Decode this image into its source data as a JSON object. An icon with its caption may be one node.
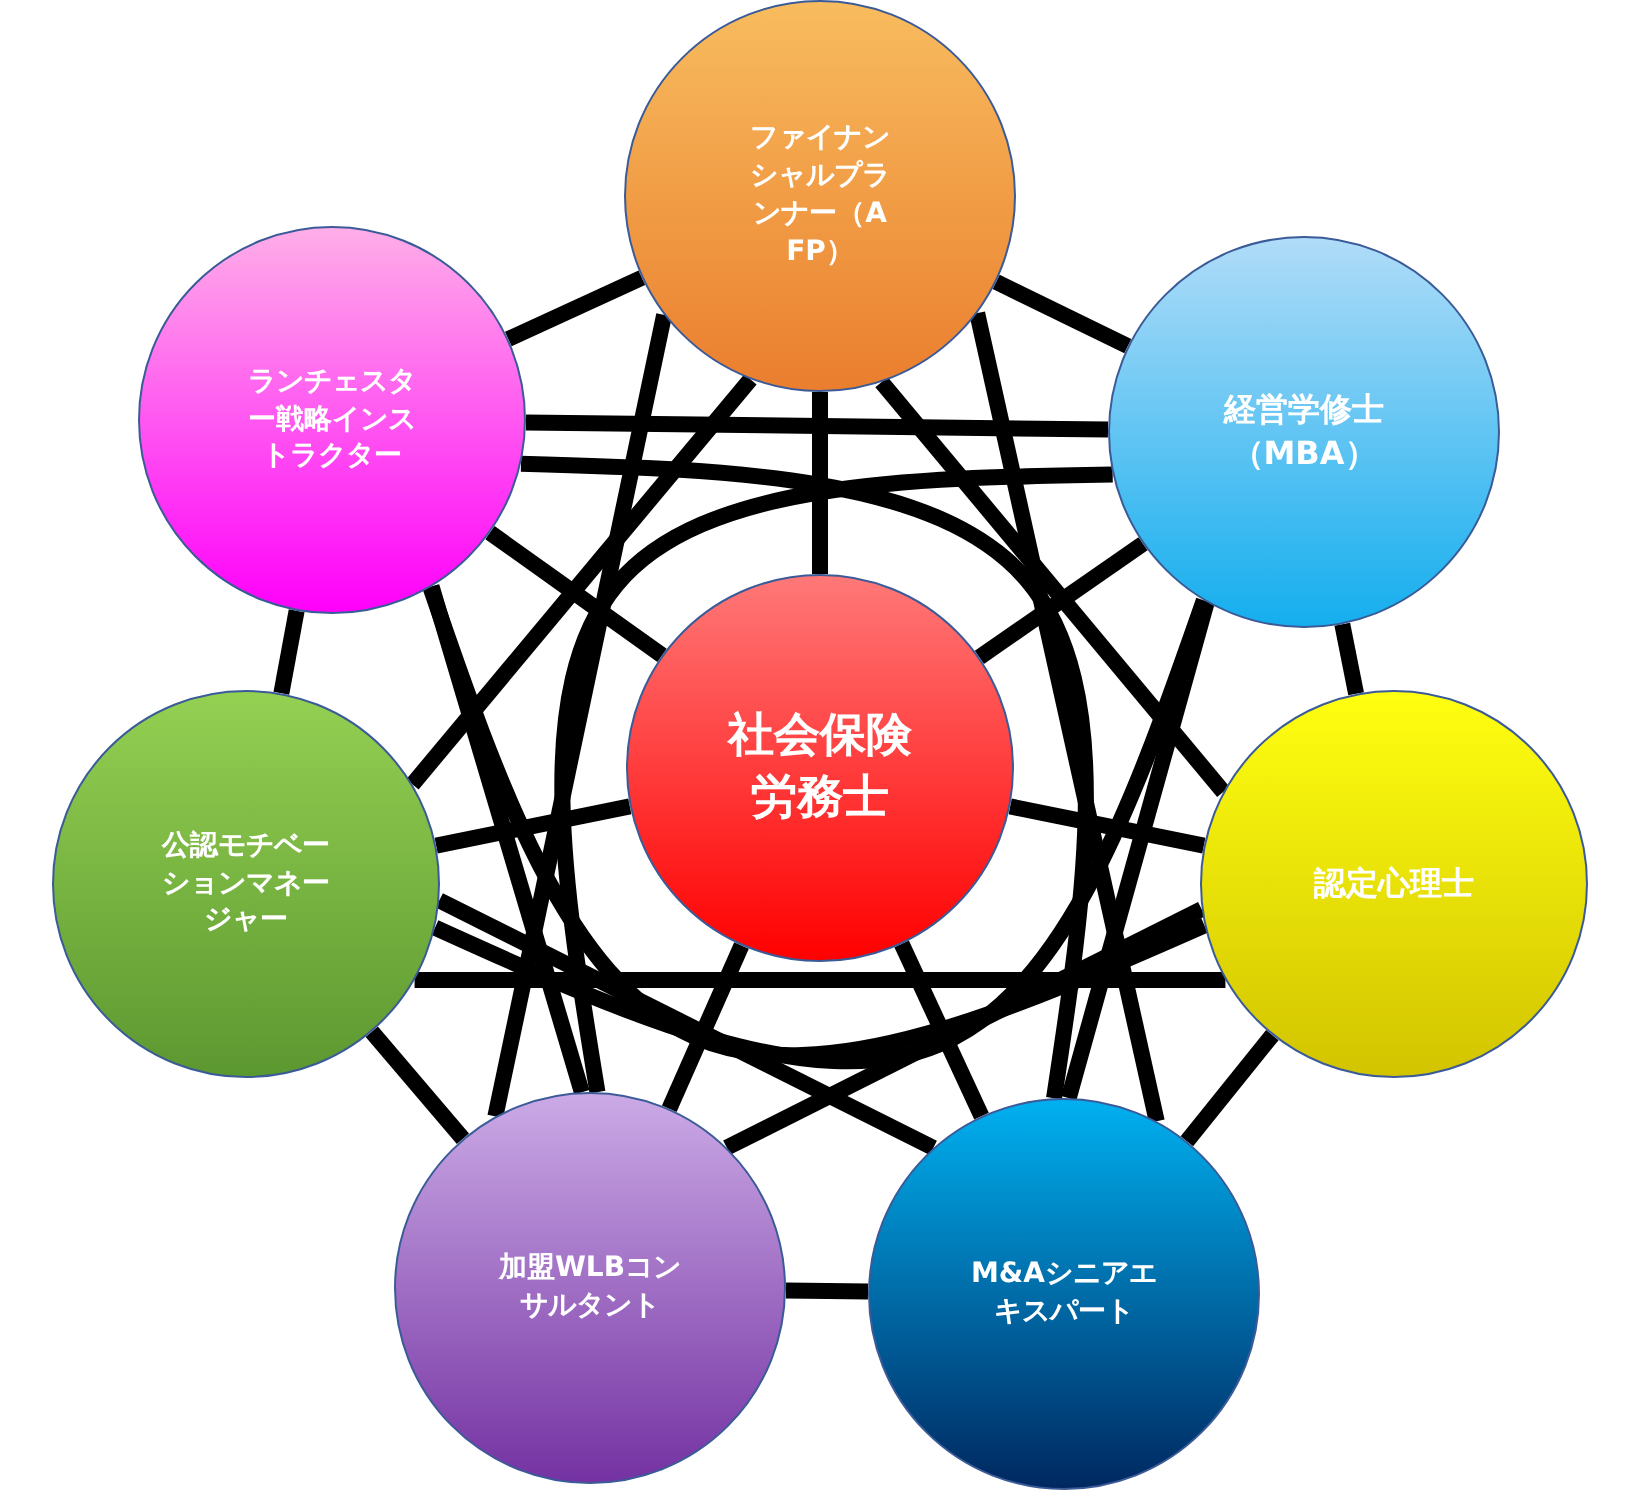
{
  "diagram": {
    "nodes": [
      {
        "text": [
          "ファイナンシャルプランナー（AFP）"
        ]
      },
      {
        "text": [
          "ランチェスター戦略インストラクター"
        ]
      },
      {
        "text": [
          "経営学修士（MBA）"
        ]
      },
      {
        "text": [
          "社会保険労務士"
        ]
      },
      {
        "text": [
          "公認モチベーションマネージャー"
        ]
      },
      {
        "text": [
          "認定心理士"
        ]
      },
      {
        "text": [
          "加盟WLBコンサルタント"
        ]
      },
      {
        "text": [
          "M&Aシニアエキスパート"
        ]
      }
    ],
    "edges": [
      {
        "from": 0,
        "to": 2,
        "arrow": "none"
      },
      {
        "from": 2,
        "to": 5,
        "arrow": "none"
      },
      {
        "from": 5,
        "to": 7,
        "arrow": "none"
      },
      {
        "from": 7,
        "to": 6,
        "arrow": "none"
      },
      {
        "from": 6,
        "to": 4,
        "arrow": "none"
      },
      {
        "from": 4,
        "to": 1,
        "arrow": "none"
      },
      {
        "from": 1,
        "to": 0,
        "arrow": "none"
      },
      {
        "from": 0,
        "to": 5,
        "arrow": "none"
      },
      {
        "from": 0,
        "to": 7,
        "arrow": "none"
      },
      {
        "from": 0,
        "to": 6,
        "arrow": "none"
      },
      {
        "from": 0,
        "to": 4,
        "arrow": "none"
      },
      {
        "from": 1,
        "to": 2,
        "arrow": "none"
      },
      {
        "from": 1,
        "to": 5,
        "arrow": "none"
      },
      {
        "from": 1,
        "to": 7,
        "arrow": "none"
      },
      {
        "from": 1,
        "to": 6,
        "arrow": "none"
      },
      {
        "from": 2,
        "to": 7,
        "arrow": "none"
      },
      {
        "from": 2,
        "to": 6,
        "arrow": "none"
      },
      {
        "from": 2,
        "to": 4,
        "arrow": "none"
      },
      {
        "from": 5,
        "to": 6,
        "arrow": "none"
      },
      {
        "from": 5,
        "to": 4,
        "arrow": "none"
      },
      {
        "from": 7,
        "to": 4,
        "arrow": "none"
      },
      {
        "from": 3,
        "to": 0,
        "arrow": "none"
      },
      {
        "from": 3,
        "to": 1,
        "arrow": "none"
      },
      {
        "from": 3,
        "to": 2,
        "arrow": "none"
      },
      {
        "from": 3,
        "to": 4,
        "arrow": "none"
      },
      {
        "from": 3,
        "to": 5,
        "arrow": "none"
      },
      {
        "from": 3,
        "to": 6,
        "arrow": "none"
      },
      {
        "from": 3,
        "to": 7,
        "arrow": "none"
      }
    ]
  }
}
